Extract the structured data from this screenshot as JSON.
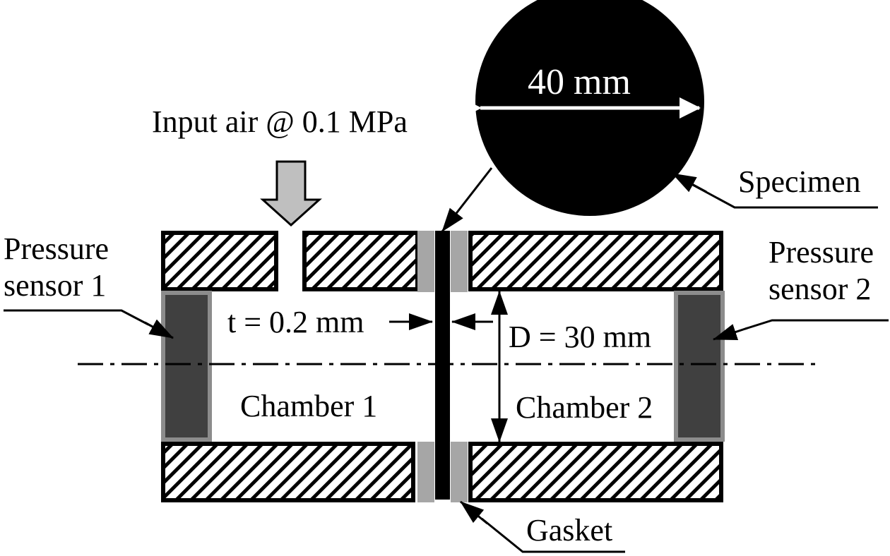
{
  "figure": {
    "specimen_diameter_label": "40 mm",
    "specimen_label": "Specimen",
    "input_label": "Input air @ 0.1 MPa",
    "sensor1_line1": "Pressure",
    "sensor1_line2": "sensor 1",
    "sensor2_line1": "Pressure",
    "sensor2_line2": "sensor 2",
    "thickness_label": "t = 0.2 mm",
    "diameter_label": "D = 30 mm",
    "chamber1_label": "Chamber 1",
    "chamber2_label": "Chamber 2",
    "gasket_label": "Gasket"
  },
  "colors": {
    "specimen": "#000000",
    "gasket": "#a6a6a6",
    "sensor": "#404040",
    "sensor_border": "#8c8c8c",
    "arrow_fill": "#bfbfbf"
  }
}
